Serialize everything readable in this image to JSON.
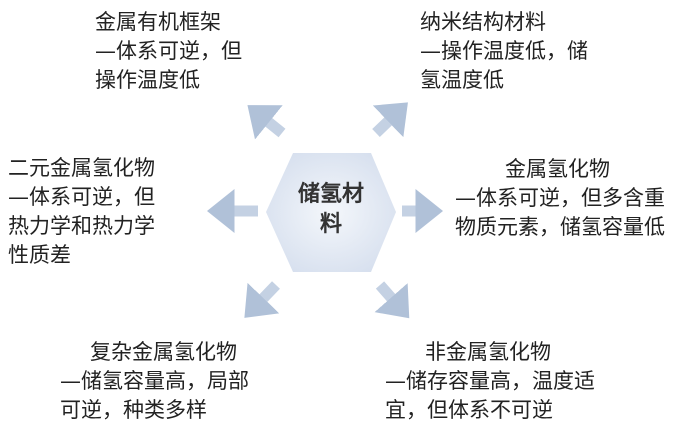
{
  "center": {
    "line1": "储氢材",
    "line2": "料"
  },
  "colors": {
    "hexagon": "#dfe6f2",
    "arrow": "#b9c8dc"
  },
  "nodes": [
    {
      "id": "mof",
      "lines": [
        "金属有机框架",
        "—体系可逆，但",
        "操作温度低"
      ]
    },
    {
      "id": "nano",
      "lines": [
        "纳米结构材料",
        "—操作温度低，储",
        "氢温度低"
      ]
    },
    {
      "id": "binary",
      "lines": [
        "二元金属氢化物",
        "—体系可逆，但",
        "热力学和热力学",
        "性质差"
      ]
    },
    {
      "id": "metal",
      "lines": [
        "金属氢化物",
        "—体系可逆，但多含重",
        "物质元素，储氢容量低"
      ]
    },
    {
      "id": "complex",
      "lines": [
        "复杂金属氢化物",
        "—储氢容量高，局部",
        "可逆，种类多样"
      ]
    },
    {
      "id": "nonmetal",
      "lines": [
        "非金属氢化物",
        "—储存容量高，温度适",
        "宜，但体系不可逆"
      ]
    }
  ]
}
